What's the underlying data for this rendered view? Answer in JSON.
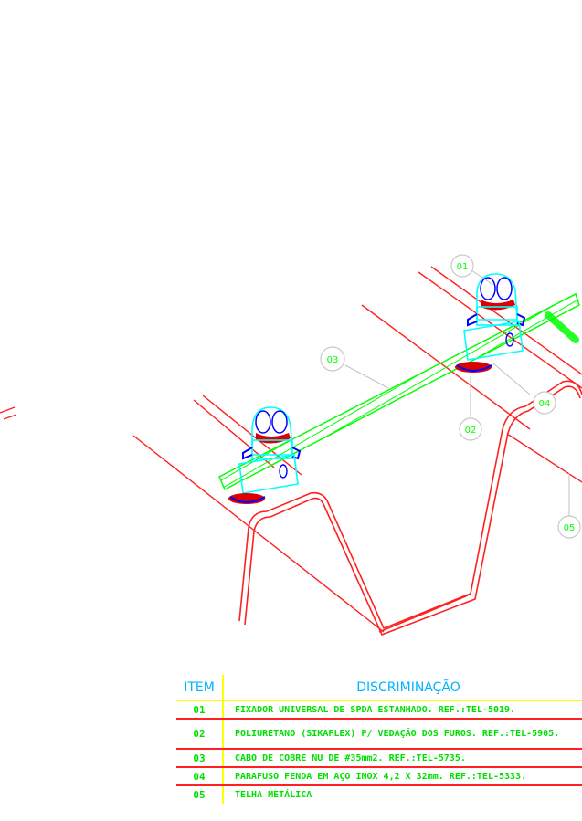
{
  "callouts": [
    {
      "id": "01"
    },
    {
      "id": "02"
    },
    {
      "id": "03"
    },
    {
      "id": "04"
    },
    {
      "id": "05"
    }
  ],
  "table": {
    "header_item": "ITEM",
    "header_desc": "DISCRIMINAÇÃO",
    "rows": [
      {
        "item": "01",
        "desc": "FIXADOR UNIVERSAL DE SPDA ESTANHADO. REF.:TEL-5019."
      },
      {
        "item": "02",
        "desc": "POLIURETANO (SIKAFLEX) P/ VEDAÇÃO DOS FUROS. REF.:TEL-5905."
      },
      {
        "item": "03",
        "desc": "CABO DE COBRE NU DE #35mm2. REF.:TEL-5735."
      },
      {
        "item": "04",
        "desc": "PARAFUSO FENDA EM AÇO INOX 4,2 X 32mm. REF.:TEL-5333."
      },
      {
        "item": "05",
        "desc": "TELHA METÁLICA"
      }
    ]
  },
  "colors": {
    "roof": "#ff2020",
    "cable": "#00ff00",
    "clamp": "#00ffff",
    "bolt": "#0000ff",
    "sealant": "#dd0000",
    "leader": "#c0c0c0",
    "header_text": "#00b4ff",
    "row_text": "#00e000",
    "rule_header": "#ffff00",
    "rule_rows": "#ff2020"
  }
}
